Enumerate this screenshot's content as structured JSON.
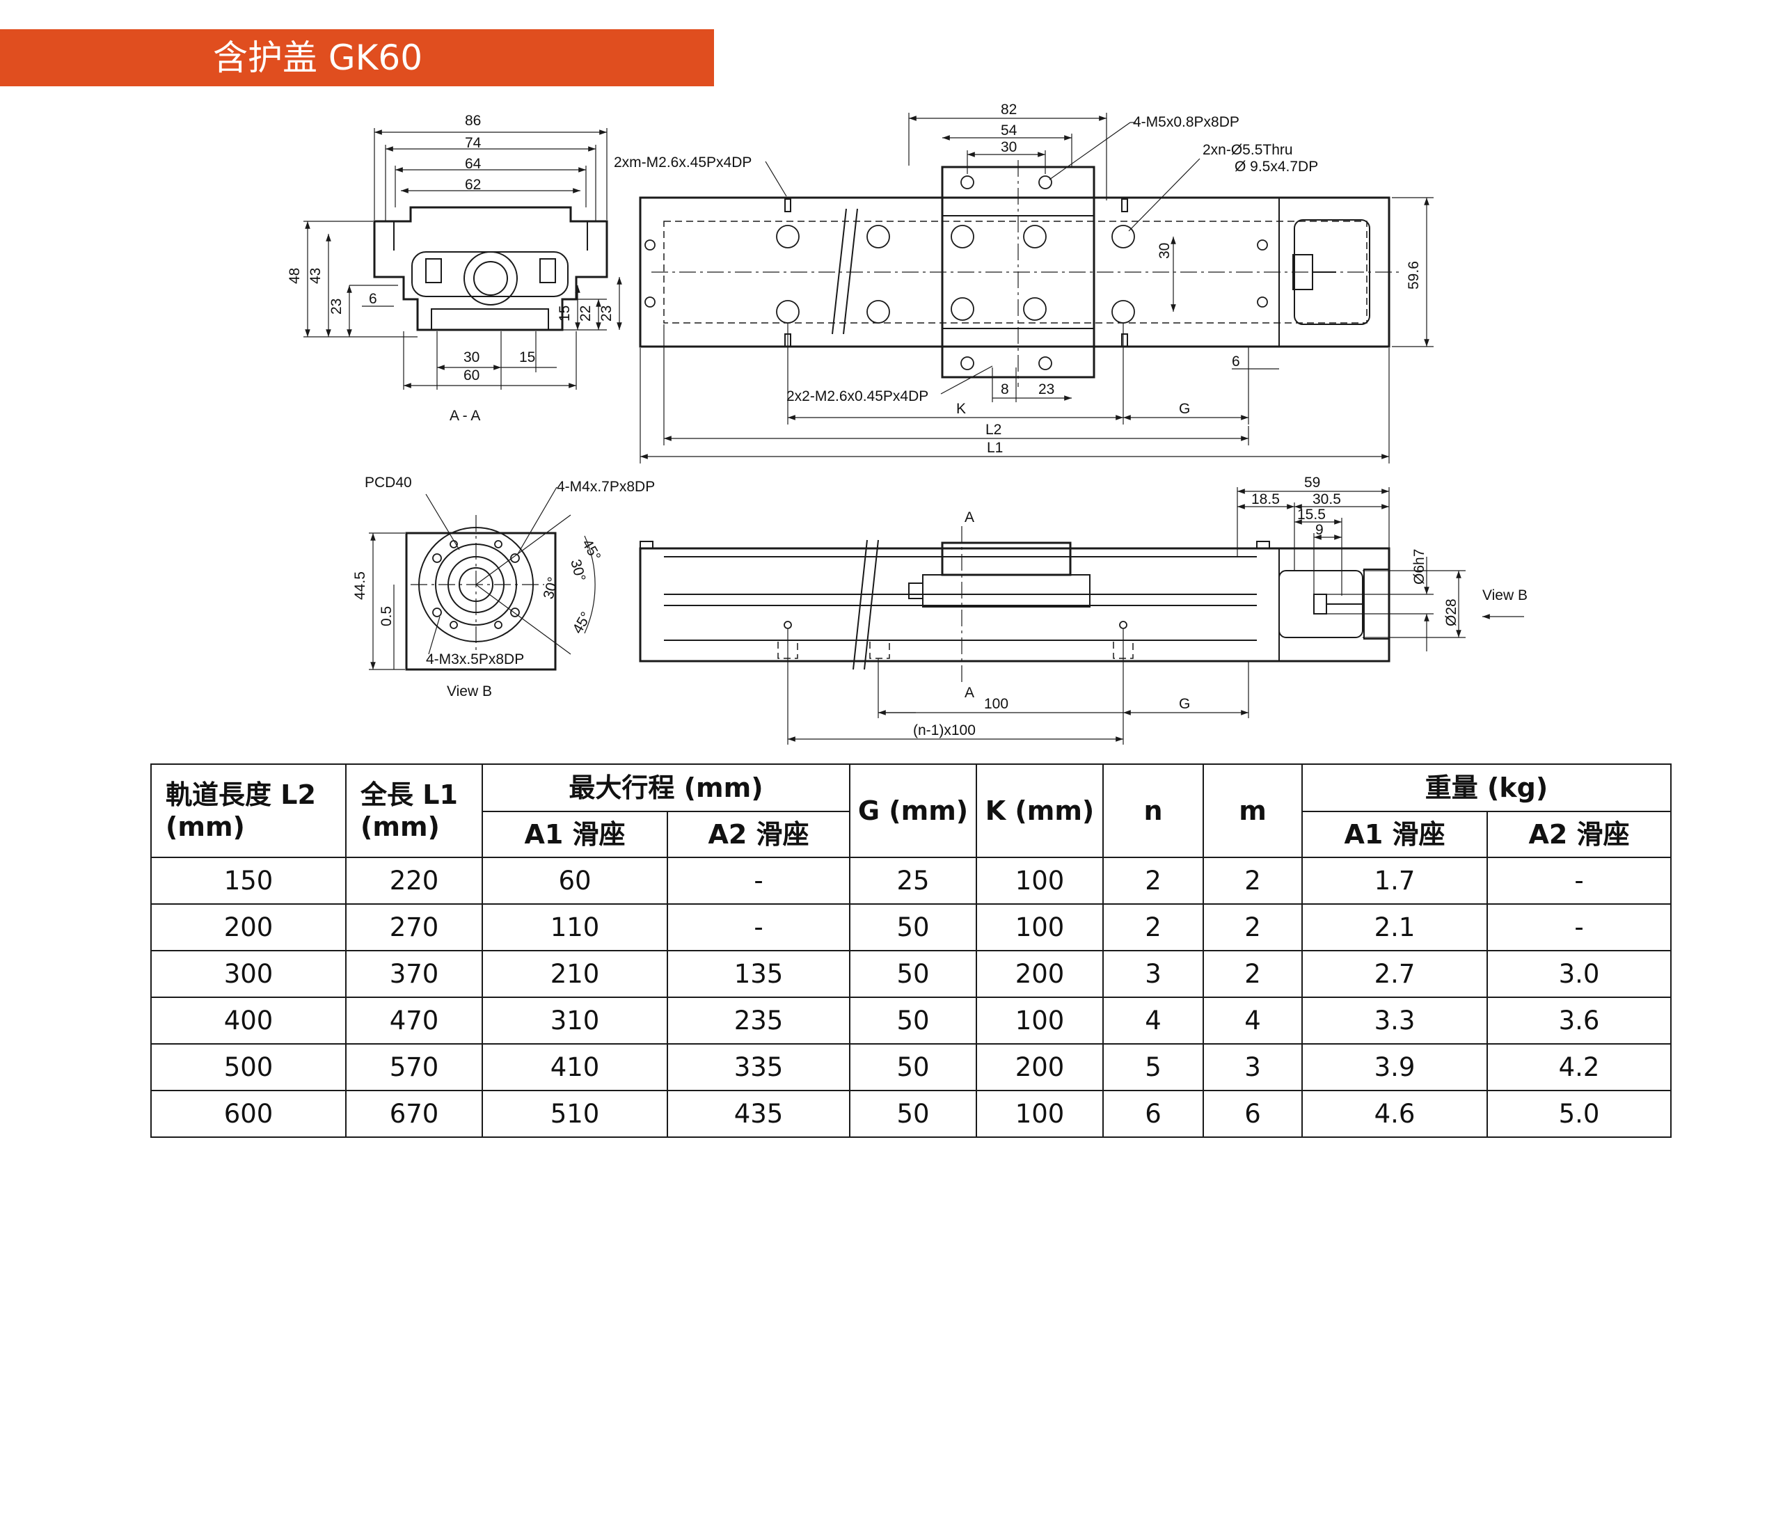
{
  "header": {
    "title": "含护盖 GK60"
  },
  "drawing": {
    "section_aa": {
      "label": "A - A",
      "widths": [
        "86",
        "74",
        "64",
        "62"
      ],
      "heights_left": [
        "48",
        "43",
        "23"
      ],
      "small_left": "6",
      "heights_right": [
        "15",
        "22",
        "23"
      ],
      "bottom": [
        "30",
        "15",
        "60"
      ]
    },
    "top_view": {
      "top_widths": [
        "82",
        "54",
        "30"
      ],
      "callout_m5": "4-M5x0.8Px8DP",
      "callout_thru_1": "2xn-Ø5.5Thru",
      "callout_thru_2": "Ø 9.5x4.7DP",
      "callout_m26_top": "2xm-M2.6x.45Px4DP",
      "callout_m26_bottom": "2x2-M2.6x0.45Px4DP",
      "dim_30": "30",
      "dim_596": "59.6",
      "dim_6": "6",
      "dim_8": "8",
      "dim_23": "23",
      "label_k": "K",
      "label_g": "G",
      "label_l2": "L2",
      "label_l1": "L1"
    },
    "view_b": {
      "pcd": "PCD40",
      "callout_m4": "4-M4x.7Px8DP",
      "callout_m3": "4-M3x.5Px8DP",
      "dim_445": "44.5",
      "dim_05": "0.5",
      "ang_45a": "45°",
      "ang_30a": "30°",
      "ang_30b": "30°",
      "ang_45b": "45°",
      "label": "View B"
    },
    "side_view": {
      "dims_top": [
        "59",
        "18.5",
        "30.5",
        "15.5",
        "9"
      ],
      "dia_6h7": "Ø6h7",
      "dia_28": "Ø28",
      "label_a_top": "A",
      "label_a_bottom": "A",
      "view_b": "View B",
      "dim_100": "100",
      "label_g": "G",
      "pitch": "(n-1)x100"
    }
  },
  "table": {
    "headers": {
      "l2": "軌道長度 L2",
      "l2_unit": "(mm)",
      "l1": "全長 L1",
      "l1_unit": "(mm)",
      "stroke": "最大行程 (mm)",
      "stroke_a1": "A1 滑座",
      "stroke_a2": "A2 滑座",
      "g": "G (mm)",
      "k": "K (mm)",
      "n": "n",
      "m": "m",
      "weight": "重量 (kg)",
      "weight_a1": "A1 滑座",
      "weight_a2": "A2 滑座"
    },
    "rows": [
      [
        "150",
        "220",
        "60",
        "-",
        "25",
        "100",
        "2",
        "2",
        "1.7",
        "-"
      ],
      [
        "200",
        "270",
        "110",
        "-",
        "50",
        "100",
        "2",
        "2",
        "2.1",
        "-"
      ],
      [
        "300",
        "370",
        "210",
        "135",
        "50",
        "200",
        "3",
        "2",
        "2.7",
        "3.0"
      ],
      [
        "400",
        "470",
        "310",
        "235",
        "50",
        "100",
        "4",
        "4",
        "3.3",
        "3.6"
      ],
      [
        "500",
        "570",
        "410",
        "335",
        "50",
        "200",
        "5",
        "3",
        "3.9",
        "4.2"
      ],
      [
        "600",
        "670",
        "510",
        "435",
        "50",
        "100",
        "6",
        "6",
        "4.6",
        "5.0"
      ]
    ]
  }
}
